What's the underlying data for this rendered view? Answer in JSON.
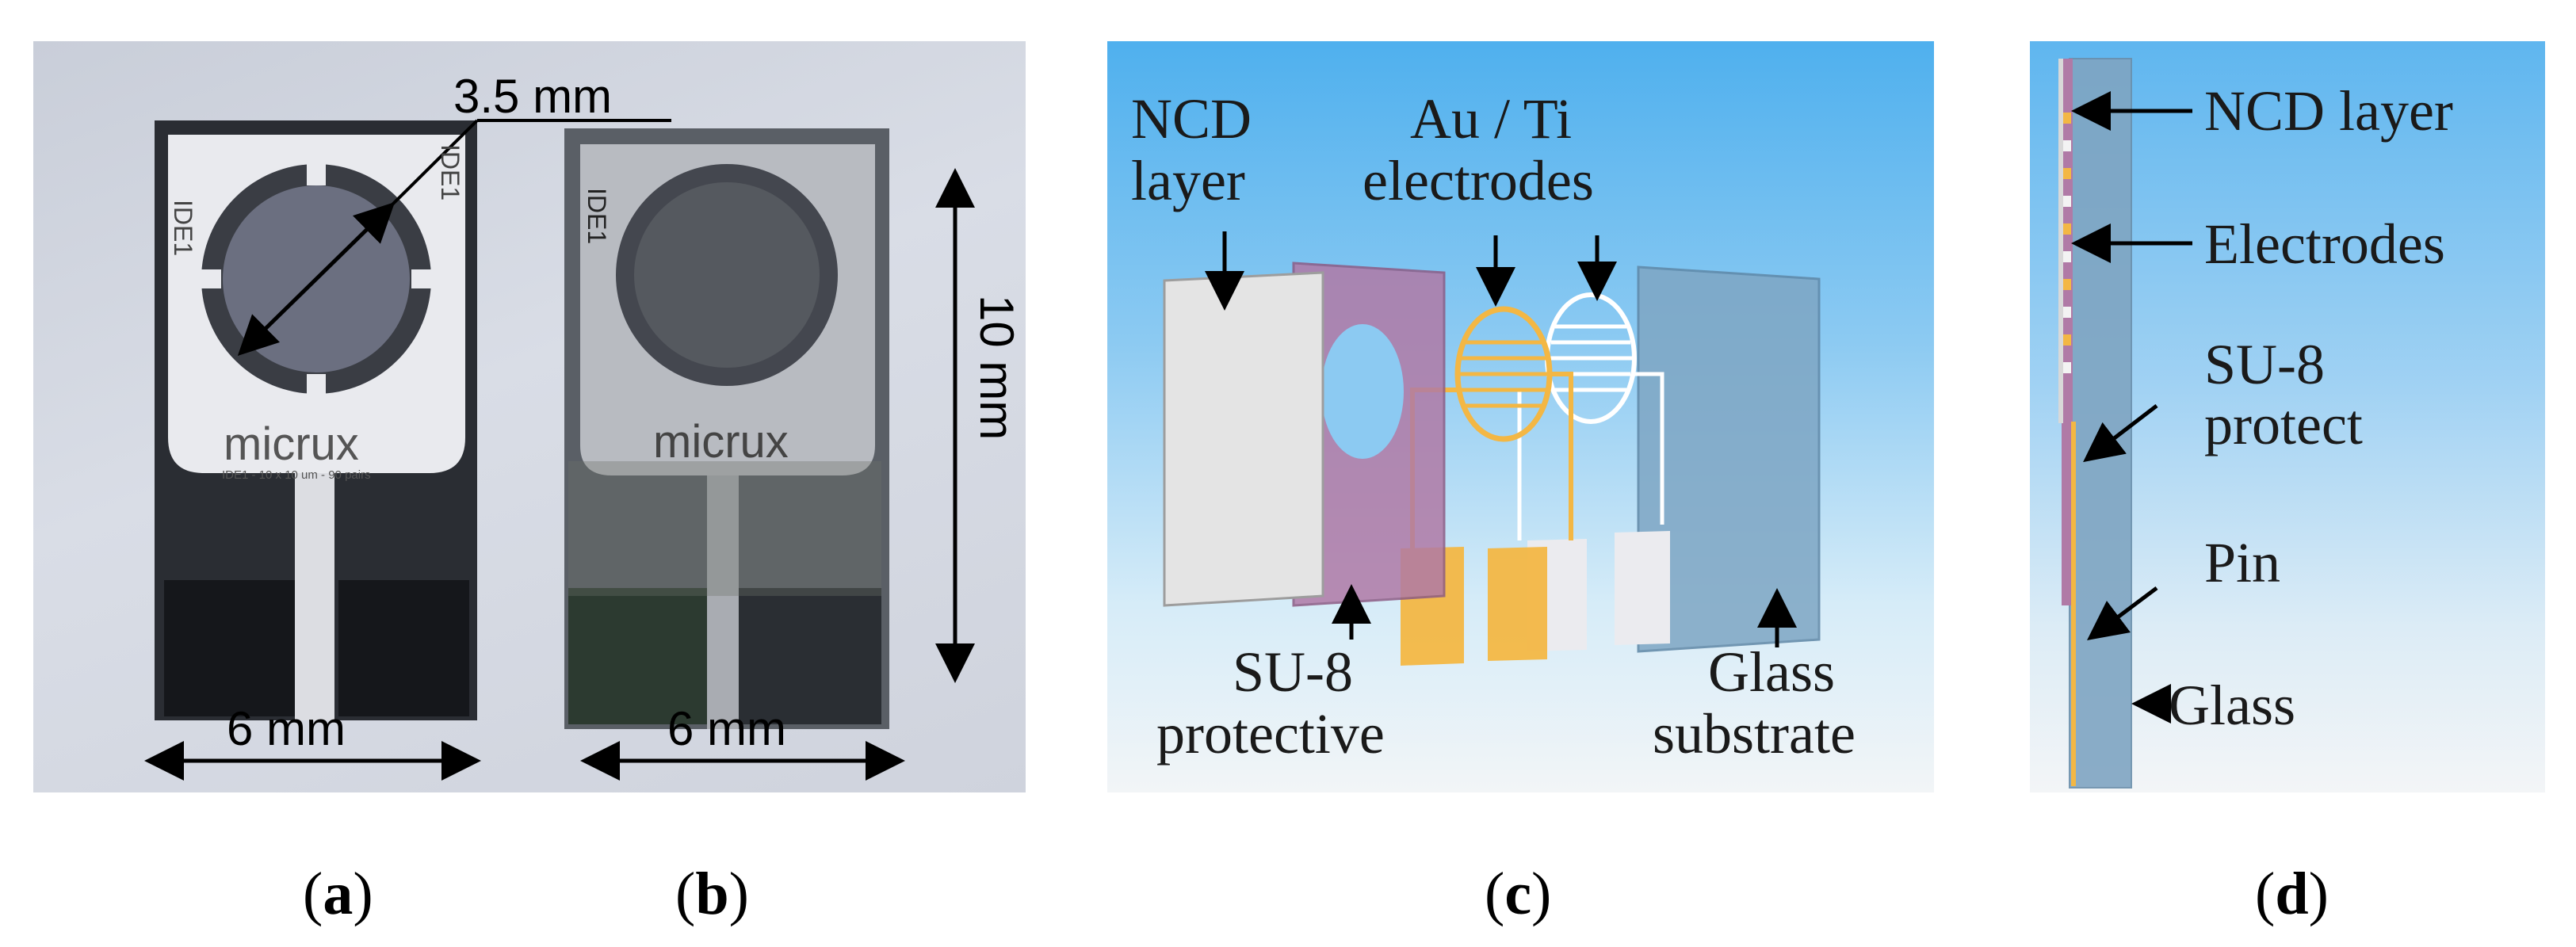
{
  "panel_ab": {
    "chip_a": {
      "dimension_diameter": "3.5 mm",
      "dimension_width": "6 mm",
      "label_left": "IDE1",
      "label_right": "IDE1",
      "logo_text": "micrux",
      "fine_print": "IDE1 - 10 x 10 um - 90 pairs"
    },
    "chip_b": {
      "dimension_width": "6 mm",
      "dimension_height": "10 mm",
      "label_left": "IDE1",
      "logo_text": "micrux"
    }
  },
  "panel_c": {
    "labels": {
      "ncd_line1": "NCD",
      "ncd_line2": "layer",
      "auti_line1": "Au / Ti",
      "auti_line2": "electrodes",
      "su8_line1": "SU-8",
      "su8_line2": "protective",
      "glass_line1": "Glass",
      "glass_line2": "substrate"
    },
    "colors": {
      "ncd": "#e4e4e4",
      "su8": "#b07aa6",
      "gold": "#f3b744",
      "ti": "#e9e9ee",
      "glass": "#7ea6c4"
    }
  },
  "panel_d": {
    "labels": {
      "ncd": "NCD layer",
      "electrodes": "Electrodes",
      "su8_line1": "SU-8",
      "su8_line2": "protect",
      "pin": "Pin",
      "glass": "Glass"
    }
  },
  "captions": {
    "a": "a",
    "b": "b",
    "c": "c",
    "d": "d"
  }
}
